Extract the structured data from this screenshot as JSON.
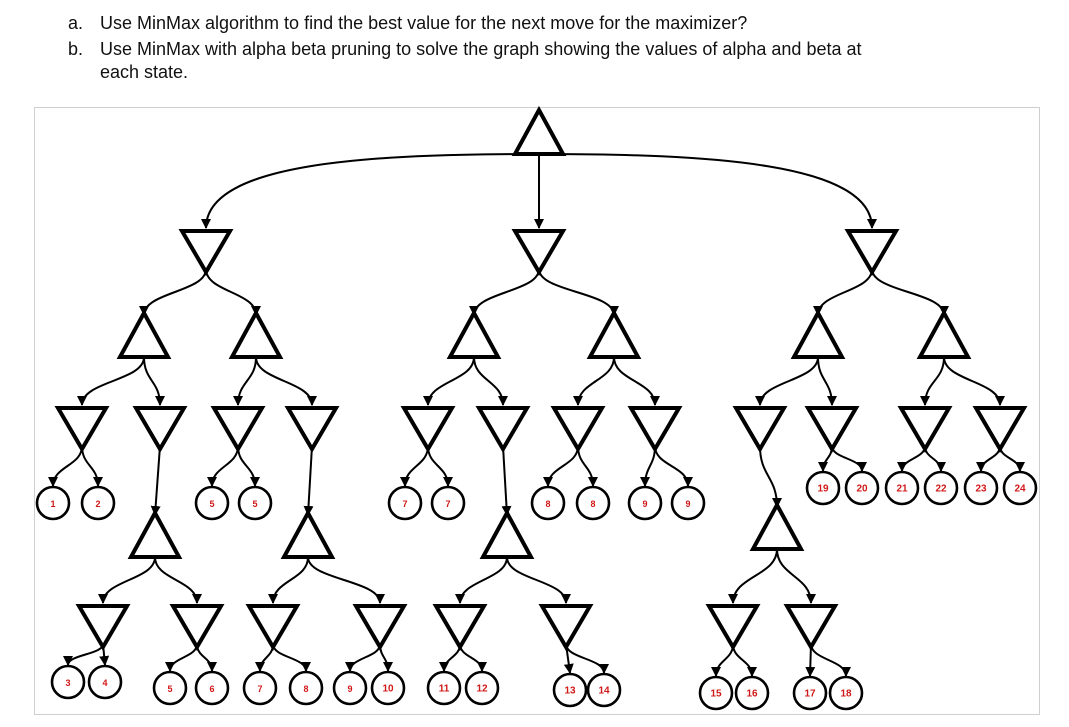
{
  "questions": [
    {
      "label": "a.",
      "text": "Use MinMax algorithm to find the best value for the next move for the maximizer?"
    },
    {
      "label": "b.",
      "text": "Use MinMax with alpha beta pruning to solve the graph showing the values of alpha and beta at",
      "continuation": "each state."
    }
  ],
  "tree": {
    "leaf_values": [
      1,
      2,
      5,
      5,
      7,
      7,
      8,
      8,
      9,
      9,
      19,
      20,
      21,
      22,
      23,
      24,
      3,
      4,
      5,
      6,
      7,
      8,
      9,
      10,
      11,
      12,
      13,
      14,
      15,
      16,
      17,
      18
    ],
    "node_types": {
      "max": "triangle-up",
      "min": "triangle-down",
      "leaf": "circle"
    },
    "colors": {
      "stroke": "#000000",
      "leaf_text": "#d01818",
      "background": "#ffffff"
    }
  }
}
